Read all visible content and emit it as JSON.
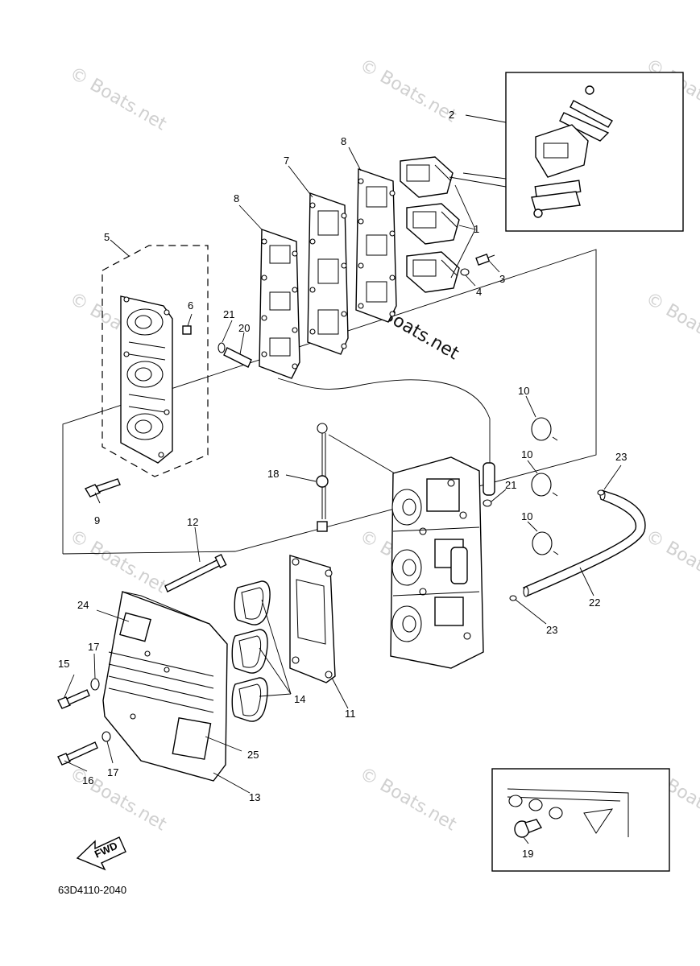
{
  "diagram": {
    "part_code": "63D4110-2040",
    "fwd_label": "FWD",
    "watermark": "© Boats.net",
    "callouts": [
      "1",
      "2",
      "3",
      "4",
      "5",
      "6",
      "7",
      "8",
      "8",
      "9",
      "10",
      "10",
      "10",
      "11",
      "12",
      "13",
      "14",
      "15",
      "16",
      "17",
      "17",
      "18",
      "19",
      "20",
      "21",
      "21",
      "22",
      "23",
      "23",
      "24",
      "25"
    ]
  }
}
